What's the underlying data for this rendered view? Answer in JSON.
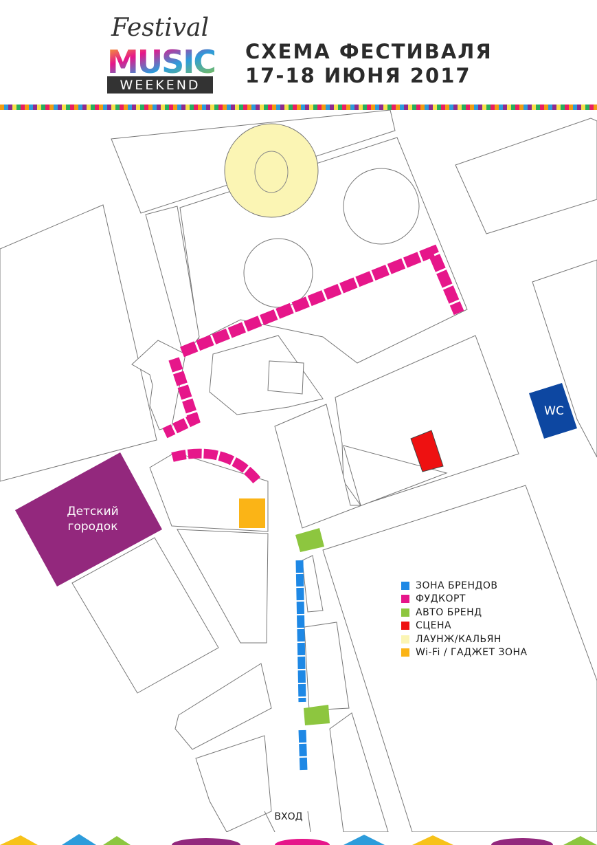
{
  "header": {
    "logo": {
      "line1": "Festival",
      "line2": "MUSIC",
      "line3": "WEEKEND"
    },
    "title_line1": "СХЕМА ФЕСТИВАЛЯ",
    "title_line2": "17-18 ИЮНЯ 2017"
  },
  "map": {
    "kids_area_label_line1": "Детский",
    "kids_area_label_line2": "городок",
    "wc_label": "WC",
    "entrance_label": "ВХОД"
  },
  "legend": {
    "items": [
      {
        "label": "ЗОНА БРЕНДОВ",
        "color": "#1e88e5"
      },
      {
        "label": "ФУДКОРТ",
        "color": "#e6168a"
      },
      {
        "label": "АВТО БРЕНД",
        "color": "#8dc63f"
      },
      {
        "label": "СЦЕНА",
        "color": "#ee1111"
      },
      {
        "label": "ЛАУНЖ/КАЛЬЯН",
        "color": "#fbf5b4"
      },
      {
        "label": "Wi-Fi / ГАДЖЕТ ЗОНА",
        "color": "#fbb416"
      }
    ]
  },
  "colors": {
    "brand_zone": "#1e88e5",
    "foodcourt": "#e6168a",
    "auto_brand": "#8dc63f",
    "stage": "#ee1111",
    "lounge": "#fbf5b4",
    "wifi_zone": "#fbb416",
    "kids_area": "#93287d",
    "wc": "#0d47a1"
  },
  "icons": [
    "festival-logo-icon"
  ]
}
